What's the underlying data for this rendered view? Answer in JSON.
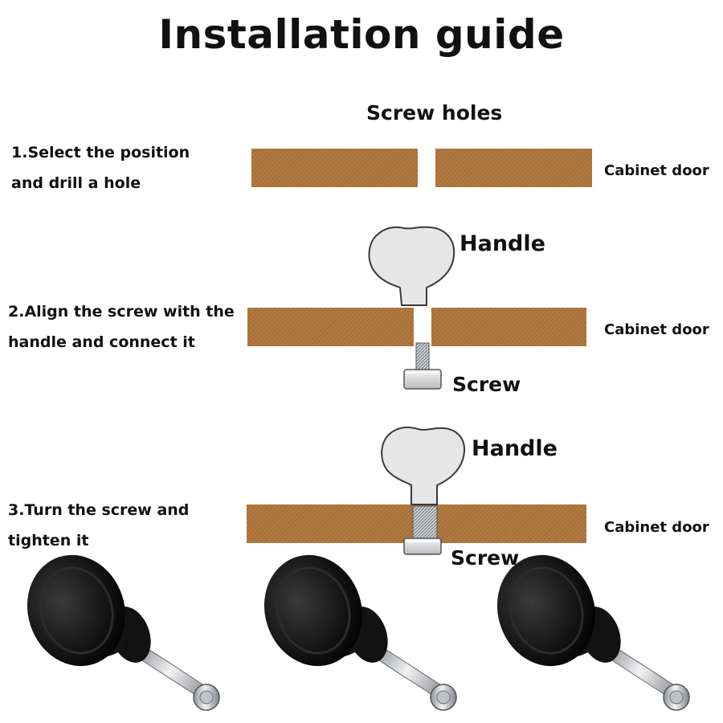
{
  "title": "Installation guide",
  "steps": [
    {
      "line1": "1.Select the position",
      "line2": "and drill a hole"
    },
    {
      "line1": "2.Align the screw with the",
      "line2": "handle and connect it"
    },
    {
      "line1": "3.Turn the screw and",
      "line2": "tighten it"
    }
  ],
  "labels": {
    "screw_holes": "Screw holes",
    "cabinet_door": "Cabinet door",
    "handle": "Handle",
    "screw": "Screw"
  },
  "colors": {
    "wood": "#a86f38",
    "handle_fill": "#e6e6e6",
    "knob": "#121212",
    "screw_metal": "#c9ccd0"
  },
  "icons": [
    "handle-knob-icon",
    "screw-icon",
    "black-knob-icon"
  ]
}
